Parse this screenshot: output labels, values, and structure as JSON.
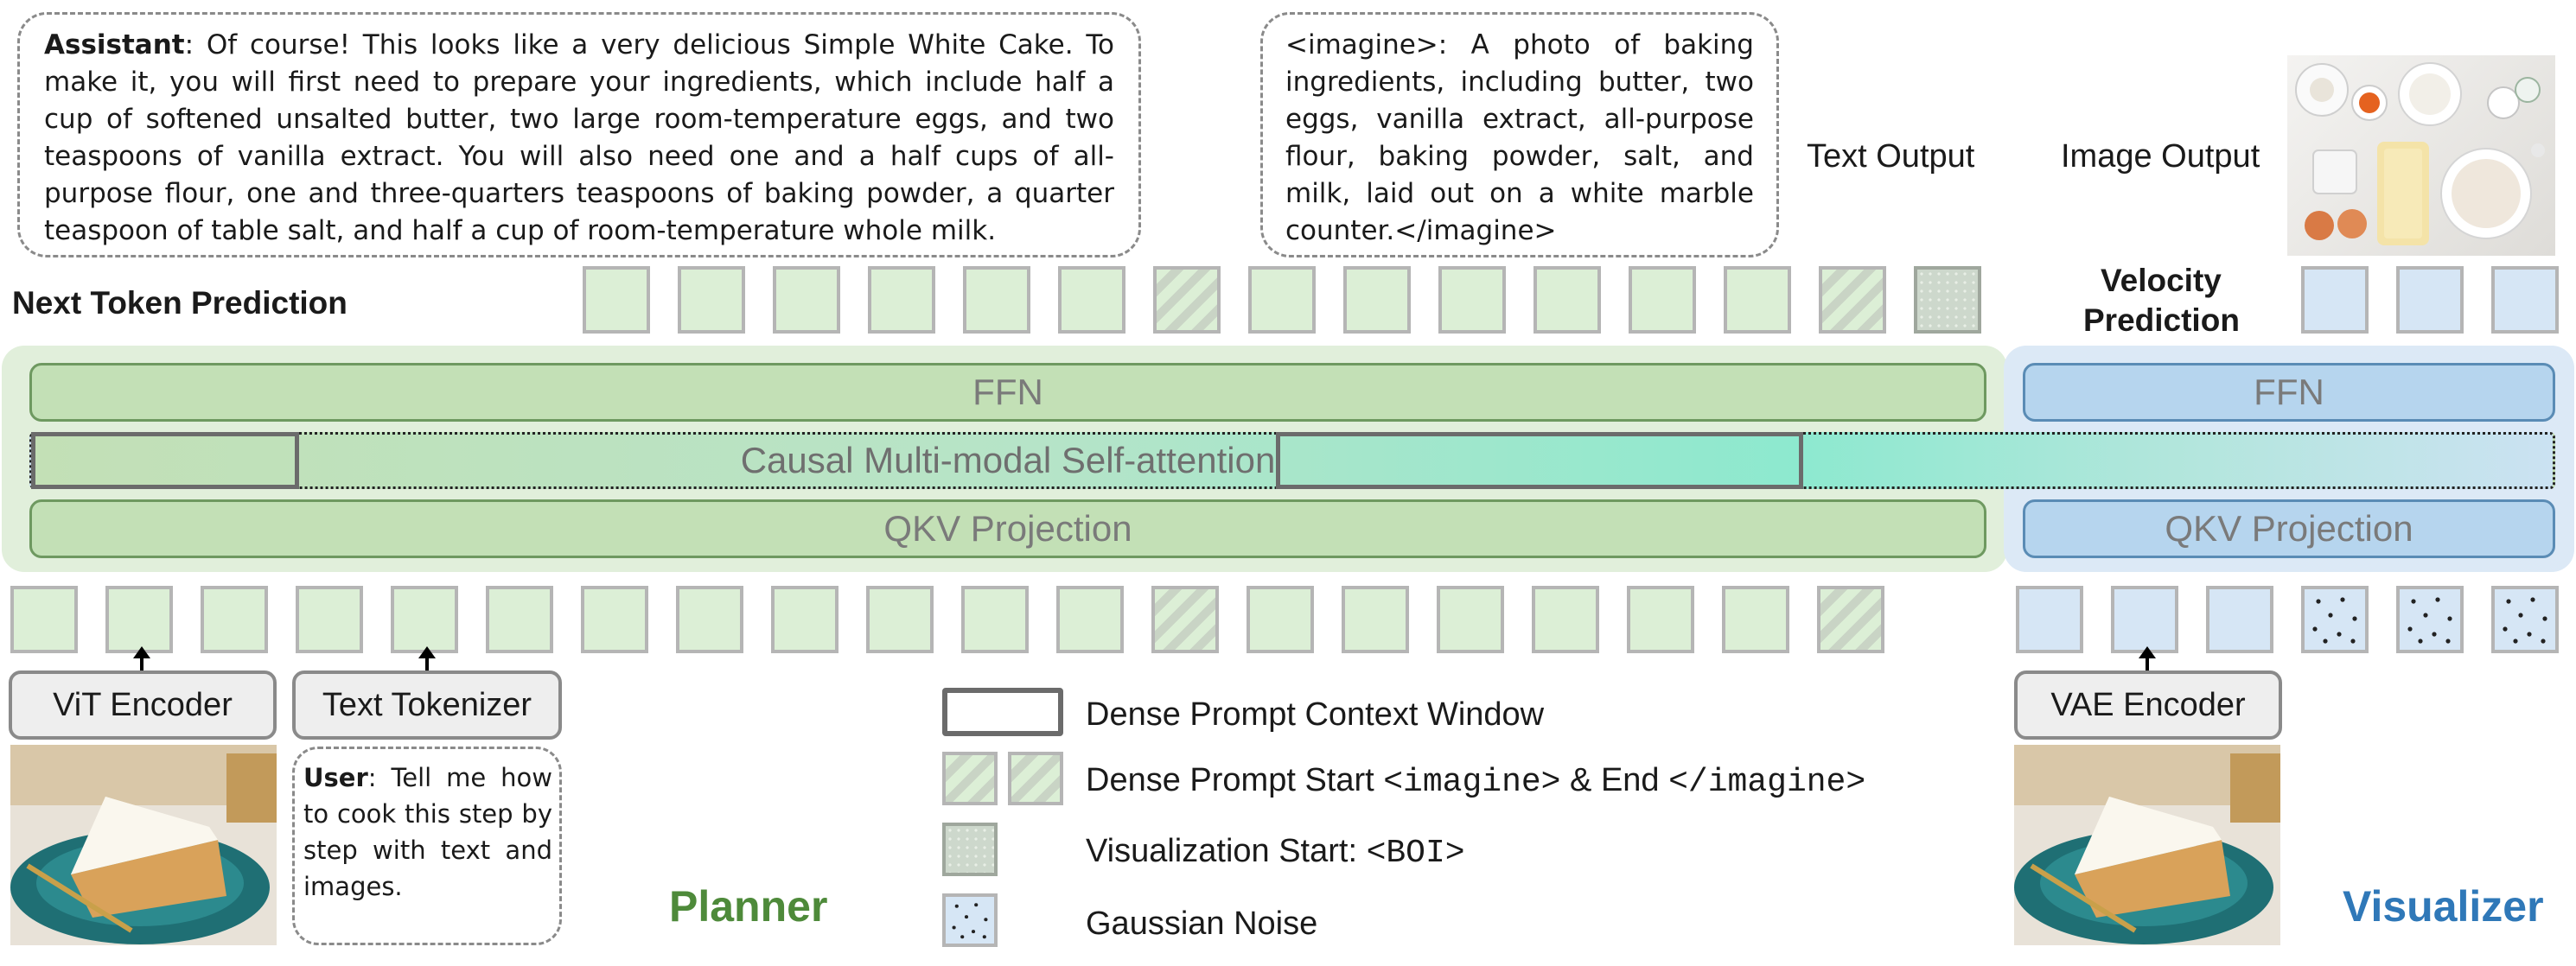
{
  "assistant_bubble": {
    "speaker": "Assistant",
    "text": ": Of course! This looks like a very delicious Simple White Cake. To make it, you will first need to prepare your ingredients, which include half a cup of softened unsalted butter, two large room-temperature eggs, and two teaspoons of vanilla extract. You will also need one and a half cups of all-purpose flour, one and three-quarters teaspoons of baking powder, a quarter teaspoon of table salt, and half a cup of room-temperature whole milk."
  },
  "imagine_bubble": {
    "text": "<imagine>: A photo of baking ingredients, including butter, two eggs, vanilla extract, all-purpose flour, baking powder, salt, and milk, laid out on a white marble counter.</imagine>"
  },
  "labels": {
    "text_output": "Text Output",
    "image_output": "Image Output",
    "next_token_prediction": "Next Token Prediction",
    "velocity_prediction_line1": "Velocity",
    "velocity_prediction_line2": "Prediction",
    "planner": "Planner",
    "visualizer": "Visualizer"
  },
  "planner_stack": {
    "ffn": "FFN",
    "attention": "Causal Multi-modal Self-attention",
    "qkv": "QKV Projection"
  },
  "visualizer_stack": {
    "ffn": "FFN",
    "qkv": "QKV Projection"
  },
  "encoders": {
    "vit": "ViT Encoder",
    "text_tokenizer": "Text Tokenizer",
    "vae": "VAE Encoder"
  },
  "user_bubble": {
    "speaker": "User",
    "text": ": Tell me how to cook this step by step with text and images."
  },
  "legend": {
    "context_window": "Dense Prompt Context Window",
    "start_end_prefix": "Dense Prompt Start ",
    "start_tag": "<imagine>",
    "start_end_mid": " & End ",
    "end_tag": "</imagine>",
    "vis_start_prefix": "Visualization Start: ",
    "vis_start_tag": "<BOI>",
    "noise": "Gaussian Noise"
  },
  "colors": {
    "planner_green": "#4e8a3a",
    "visualizer_blue": "#2f78b8",
    "planner_bg": "#e1efdb",
    "visualizer_bg": "#dce9f6"
  },
  "icons": [
    "cake-image",
    "ingredients-image"
  ]
}
